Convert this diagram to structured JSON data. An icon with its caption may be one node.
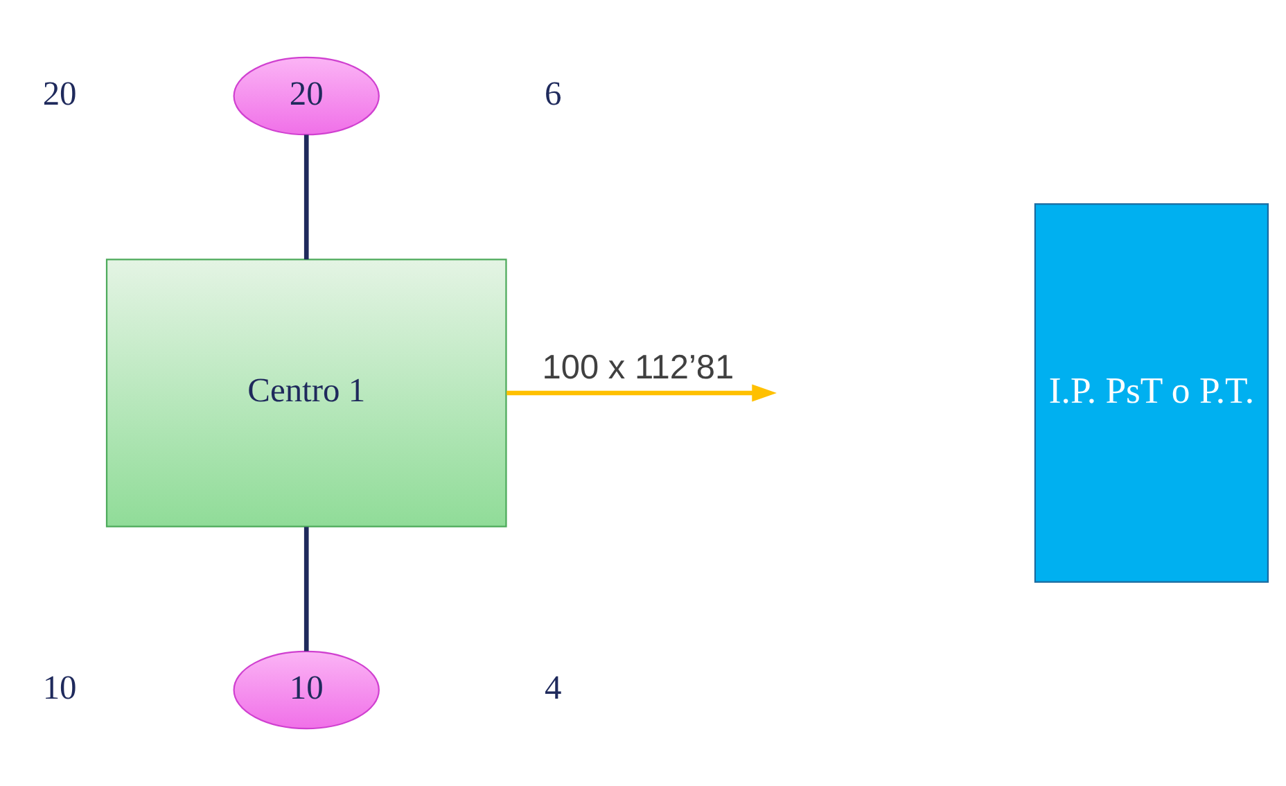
{
  "diagram": {
    "nodes": [
      {
        "text": [
          "20"
        ]
      },
      {
        "text": [
          "Centro 1"
        ]
      },
      {
        "text": [
          "10"
        ]
      },
      {
        "text": [
          "I.P. PsT o P.T."
        ]
      }
    ],
    "edges": [
      {
        "from": 0,
        "to": 1,
        "arrow": "none"
      },
      {
        "from": 1,
        "to": 2,
        "arrow": "none"
      },
      {
        "from": 1,
        "to": null,
        "arrow": "to",
        "label": "100 x 112’81",
        "color": "#ffc000"
      }
    ],
    "labels": [
      "20",
      "6",
      "10",
      "4"
    ]
  }
}
